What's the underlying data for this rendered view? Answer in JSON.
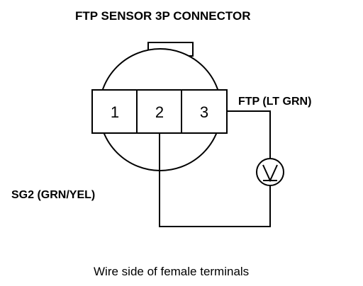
{
  "title": "FTP SENSOR 3P CONNECTOR",
  "connector": {
    "pins": [
      {
        "number": "1"
      },
      {
        "number": "2"
      },
      {
        "number": "3"
      }
    ]
  },
  "labels": {
    "pin3_wire": "FTP (LT GRN)",
    "pin2_wire": "SG2 (GRN/YEL)"
  },
  "meter_symbol": "V",
  "caption": "Wire side of female terminals"
}
